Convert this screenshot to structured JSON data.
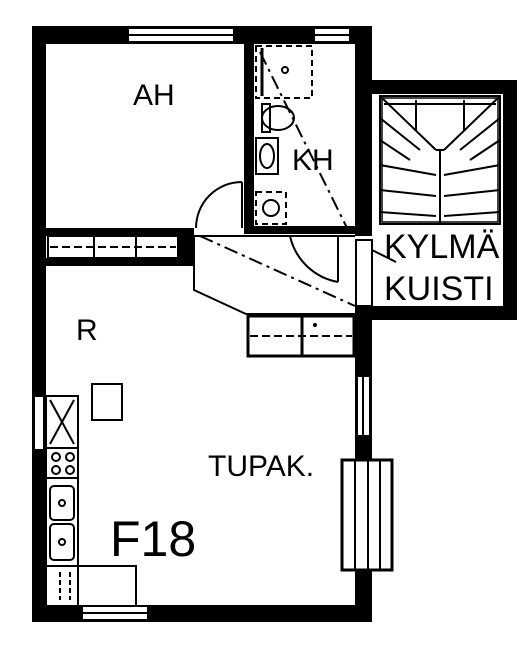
{
  "rooms": {
    "bedroom": "AH",
    "bathroom": "KH",
    "hall": "R",
    "living": "TUPAK."
  },
  "porch": {
    "line1": "KYLMÄ",
    "line2": "KUISTI"
  },
  "unit_id": "F18",
  "colors": {
    "wall": "#000000",
    "background": "#ffffff"
  }
}
